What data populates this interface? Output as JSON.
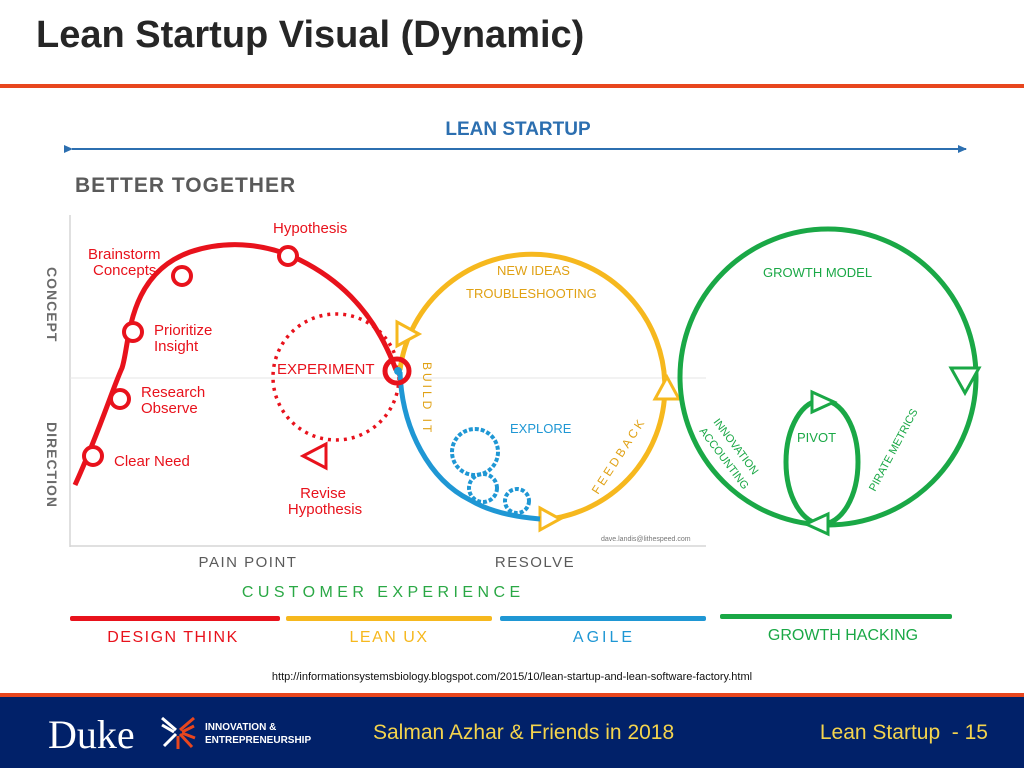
{
  "slide": {
    "title": "Lean Startup Visual (Dynamic)"
  },
  "diagram": {
    "header": "LEAN STARTUP",
    "subheader": "BETTER TOGETHER",
    "y_axis_top": "CONCEPT",
    "y_axis_bottom": "DIRECTION",
    "x_axis_left": "PAIN POINT",
    "x_axis_right": "RESOLVE",
    "experience": "C U S T O M E R   E X P E R I E N C E",
    "design_think": {
      "brainstorm_line1": "Brainstorm",
      "brainstorm_line2": "Concepts",
      "hypothesis": "Hypothesis",
      "prioritize_line1": "Prioritize",
      "prioritize_line2": "Insight",
      "research_line1": "Research",
      "research_line2": "Observe",
      "clear_need": "Clear Need",
      "experiment": "EXPERIMENT",
      "revise_line1": "Revise",
      "revise_line2": "Hypothesis"
    },
    "lean_ux": {
      "new_ideas": "NEW IDEAS",
      "troubleshooting": "TROUBLESHOOTING",
      "build_it": "BUILD IT",
      "feedback": "FEEDBACK",
      "explore": "EXPLORE",
      "credit": "dave.landis@lithespeed.com"
    },
    "growth": {
      "growth_model": "GROWTH MODEL",
      "pivot": "PIVOT",
      "innovation_line1": "INNOVATION",
      "innovation_line2": "ACCOUNTING",
      "pirate_metrics": "PIRATE METRICS"
    },
    "legend": {
      "design_think": "DESIGN THINK",
      "lean_ux": "LEAN UX",
      "agile": "AGILE",
      "growth_hacking": "GROWTH HACKING"
    },
    "colors": {
      "red": "#e8121c",
      "yellow": "#f6b81e",
      "blue": "#1f97d4",
      "green": "#1aa846",
      "navy": "#2c6fb0",
      "gray": "#5a5a5a"
    }
  },
  "source_url": "http://informationsystemsbiology.blogspot.com/2015/10/lean-startup-and-lean-software-factory.html",
  "footer": {
    "duke": "Duke",
    "ie_line1": "INNOVATION &",
    "ie_line2": "ENTREPRENEURSHIP",
    "center": "Salman Azhar & Friends in 2018",
    "right": "Lean Startup  - 15"
  }
}
